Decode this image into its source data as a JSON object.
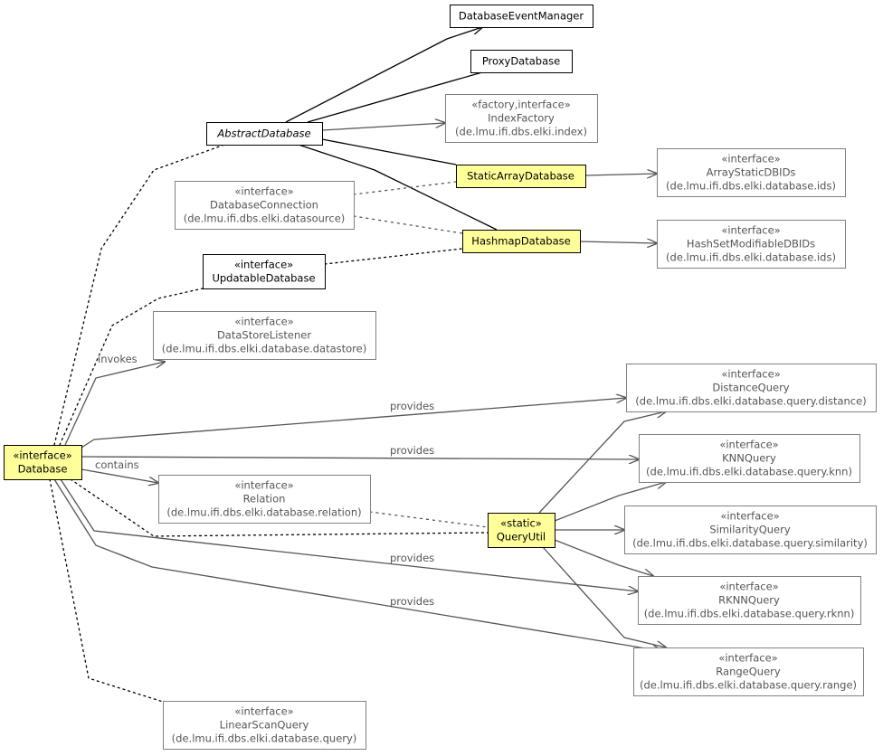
{
  "colors": {
    "highlight_fill": "#ffff99",
    "plain_fill": "#ffffff",
    "solid_border": "#000000",
    "faded_border": "#808080",
    "solid_text": "#000000",
    "faded_text": "#555555",
    "edge_dark": "#000000",
    "edge_gray": "#555555"
  },
  "nodes": {
    "database_event_manager": {
      "lines": [
        "DatabaseEventManager"
      ]
    },
    "proxy_database": {
      "lines": [
        "ProxyDatabase"
      ]
    },
    "abstract_database": {
      "lines": [
        "AbstractDatabase"
      ]
    },
    "index_factory": {
      "lines": [
        "«factory,interface»",
        "IndexFactory",
        "(de.lmu.ifi.dbs.elki.index)"
      ]
    },
    "static_array_database": {
      "lines": [
        "StaticArrayDatabase"
      ]
    },
    "array_static_dbids": {
      "lines": [
        "«interface»",
        "ArrayStaticDBIDs",
        "(de.lmu.ifi.dbs.elki.database.ids)"
      ]
    },
    "database_connection": {
      "lines": [
        "«interface»",
        "DatabaseConnection",
        "(de.lmu.ifi.dbs.elki.datasource)"
      ]
    },
    "hashmap_database": {
      "lines": [
        "HashmapDatabase"
      ]
    },
    "hashset_modifiable_dbids": {
      "lines": [
        "«interface»",
        "HashSetModifiableDBIDs",
        "(de.lmu.ifi.dbs.elki.database.ids)"
      ]
    },
    "updatable_database": {
      "lines": [
        "«interface»",
        "UpdatableDatabase"
      ]
    },
    "data_store_listener": {
      "lines": [
        "«interface»",
        "DataStoreListener",
        "(de.lmu.ifi.dbs.elki.database.datastore)"
      ]
    },
    "distance_query": {
      "lines": [
        "«interface»",
        "DistanceQuery",
        "(de.lmu.ifi.dbs.elki.database.query.distance)"
      ]
    },
    "database": {
      "lines": [
        "«interface»",
        "Database"
      ]
    },
    "knn_query": {
      "lines": [
        "«interface»",
        "KNNQuery",
        "(de.lmu.ifi.dbs.elki.database.query.knn)"
      ]
    },
    "relation": {
      "lines": [
        "«interface»",
        "Relation",
        "(de.lmu.ifi.dbs.elki.database.relation)"
      ]
    },
    "query_util": {
      "lines": [
        "«static»",
        "QueryUtil"
      ]
    },
    "similarity_query": {
      "lines": [
        "«interface»",
        "SimilarityQuery",
        "(de.lmu.ifi.dbs.elki.database.query.similarity)"
      ]
    },
    "rknn_query": {
      "lines": [
        "«interface»",
        "RKNNQuery",
        "(de.lmu.ifi.dbs.elki.database.query.rknn)"
      ]
    },
    "range_query": {
      "lines": [
        "«interface»",
        "RangeQuery",
        "(de.lmu.ifi.dbs.elki.database.query.range)"
      ]
    },
    "linear_scan_query": {
      "lines": [
        "«interface»",
        "LinearScanQuery",
        "(de.lmu.ifi.dbs.elki.database.query)"
      ]
    }
  },
  "edge_labels": {
    "invokes": "invokes",
    "provides_distance": "provides",
    "provides_knn": "provides",
    "contains": "contains",
    "provides_rknn": "provides",
    "provides_range": "provides"
  }
}
